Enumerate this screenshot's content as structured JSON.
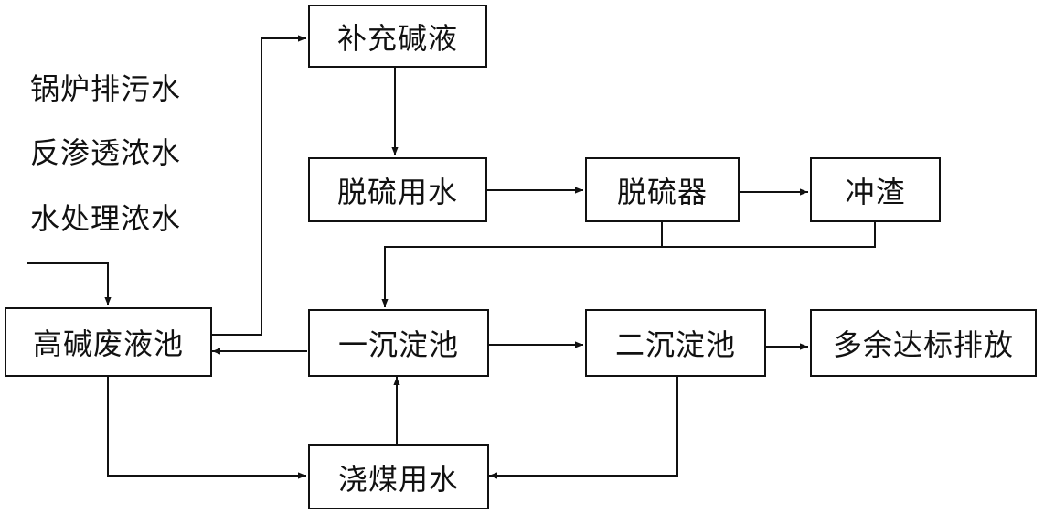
{
  "inputs": {
    "boiler_blowdown": "锅炉排污水",
    "ro_concentrate": "反渗透浓水",
    "water_treatment_concentrate": "水处理浓水"
  },
  "nodes": {
    "high_alkali_pool": "高碱废液池",
    "alkali_supplement": "补充碱液",
    "desulfurization_water": "脱硫用水",
    "desulfurizer": "脱硫器",
    "slag_flushing": "冲渣",
    "primary_settling": "一沉淀池",
    "secondary_settling": "二沉淀池",
    "excess_discharge": "多余达标排放",
    "coal_sprinkling_water": "浇煤用水"
  }
}
